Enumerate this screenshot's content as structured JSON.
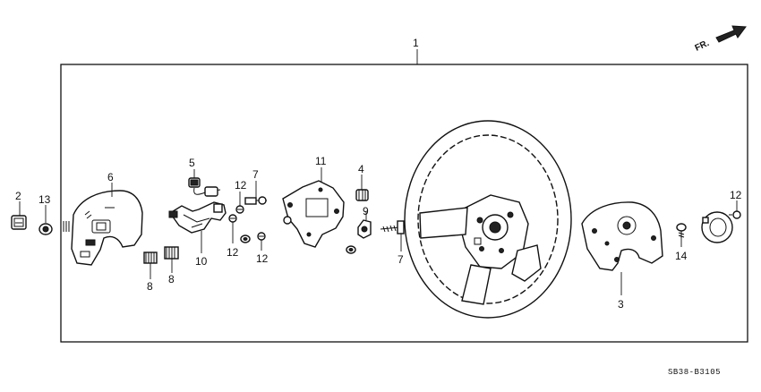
{
  "diagram": {
    "direction_label": "FR.",
    "drawing_code": "SB38-B3105",
    "callouts": {
      "c1": "1",
      "c2": "2",
      "c3": "3",
      "c4": "4",
      "c5": "5",
      "c6": "6",
      "c7a": "7",
      "c7b": "7",
      "c8a": "8",
      "c8b": "8",
      "c9": "9",
      "c10": "10",
      "c11": "11",
      "c12a": "12",
      "c12b": "12",
      "c12c": "12",
      "c12d": "12",
      "c13": "13",
      "c14": "14"
    }
  }
}
